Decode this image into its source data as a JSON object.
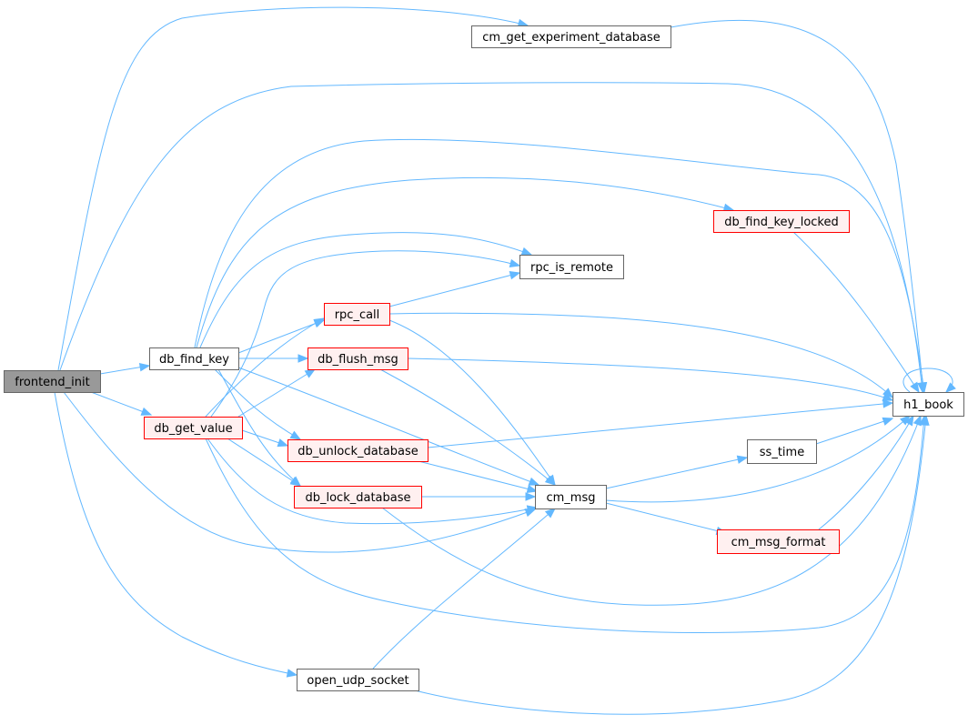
{
  "colors": {
    "edge": "#63b8ff",
    "root_fill": "#999999",
    "root_stroke": "#666666",
    "normal_fill": "#ffffff",
    "normal_stroke": "#666666",
    "highlight_fill": "#fff0f0",
    "highlight_stroke": "#ff0000"
  },
  "nodes": [
    {
      "id": "frontend_init",
      "label": "frontend_init",
      "style": "root"
    },
    {
      "id": "cm_get_experiment_database",
      "label": "cm_get_experiment_database",
      "style": "normal"
    },
    {
      "id": "h1_book",
      "label": "h1_book",
      "style": "normal"
    },
    {
      "id": "db_find_key",
      "label": "db_find_key",
      "style": "normal"
    },
    {
      "id": "db_get_value",
      "label": "db_get_value",
      "style": "highlight"
    },
    {
      "id": "cm_msg",
      "label": "cm_msg",
      "style": "normal"
    },
    {
      "id": "open_udp_socket",
      "label": "open_udp_socket",
      "style": "normal"
    },
    {
      "id": "db_find_key_locked",
      "label": "db_find_key_locked",
      "style": "highlight"
    },
    {
      "id": "rpc_is_remote",
      "label": "rpc_is_remote",
      "style": "normal"
    },
    {
      "id": "rpc_call",
      "label": "rpc_call",
      "style": "highlight"
    },
    {
      "id": "db_flush_msg",
      "label": "db_flush_msg",
      "style": "highlight"
    },
    {
      "id": "db_unlock_database",
      "label": "db_unlock_database",
      "style": "highlight"
    },
    {
      "id": "db_lock_database",
      "label": "db_lock_database",
      "style": "highlight"
    },
    {
      "id": "ss_time",
      "label": "ss_time",
      "style": "normal"
    },
    {
      "id": "cm_msg_format",
      "label": "cm_msg_format",
      "style": "highlight"
    }
  ],
  "edges": [
    {
      "from": "frontend_init",
      "to": "cm_get_experiment_database"
    },
    {
      "from": "frontend_init",
      "to": "h1_book"
    },
    {
      "from": "frontend_init",
      "to": "db_find_key"
    },
    {
      "from": "frontend_init",
      "to": "db_get_value"
    },
    {
      "from": "frontend_init",
      "to": "cm_msg"
    },
    {
      "from": "frontend_init",
      "to": "open_udp_socket"
    },
    {
      "from": "cm_get_experiment_database",
      "to": "h1_book"
    },
    {
      "from": "db_find_key",
      "to": "h1_book"
    },
    {
      "from": "db_find_key",
      "to": "db_find_key_locked"
    },
    {
      "from": "db_find_key",
      "to": "rpc_is_remote"
    },
    {
      "from": "db_find_key",
      "to": "rpc_call"
    },
    {
      "from": "db_find_key",
      "to": "db_flush_msg"
    },
    {
      "from": "db_find_key",
      "to": "db_unlock_database"
    },
    {
      "from": "db_find_key",
      "to": "db_lock_database"
    },
    {
      "from": "db_find_key",
      "to": "cm_msg"
    },
    {
      "from": "db_get_value",
      "to": "rpc_is_remote"
    },
    {
      "from": "db_get_value",
      "to": "rpc_call"
    },
    {
      "from": "db_get_value",
      "to": "db_flush_msg"
    },
    {
      "from": "db_get_value",
      "to": "db_unlock_database"
    },
    {
      "from": "db_get_value",
      "to": "db_lock_database"
    },
    {
      "from": "db_get_value",
      "to": "cm_msg"
    },
    {
      "from": "db_get_value",
      "to": "h1_book"
    },
    {
      "from": "db_find_key_locked",
      "to": "h1_book"
    },
    {
      "from": "rpc_call",
      "to": "rpc_is_remote"
    },
    {
      "from": "rpc_call",
      "to": "h1_book"
    },
    {
      "from": "rpc_call",
      "to": "cm_msg"
    },
    {
      "from": "db_flush_msg",
      "to": "h1_book"
    },
    {
      "from": "db_flush_msg",
      "to": "cm_msg"
    },
    {
      "from": "db_unlock_database",
      "to": "h1_book"
    },
    {
      "from": "db_unlock_database",
      "to": "cm_msg"
    },
    {
      "from": "db_lock_database",
      "to": "cm_msg"
    },
    {
      "from": "db_lock_database",
      "to": "h1_book"
    },
    {
      "from": "cm_msg",
      "to": "ss_time"
    },
    {
      "from": "cm_msg",
      "to": "h1_book"
    },
    {
      "from": "cm_msg",
      "to": "cm_msg_format"
    },
    {
      "from": "ss_time",
      "to": "h1_book"
    },
    {
      "from": "cm_msg_format",
      "to": "h1_book"
    },
    {
      "from": "open_udp_socket",
      "to": "cm_msg"
    },
    {
      "from": "open_udp_socket",
      "to": "h1_book"
    },
    {
      "from": "h1_book",
      "to": "h1_book"
    }
  ]
}
